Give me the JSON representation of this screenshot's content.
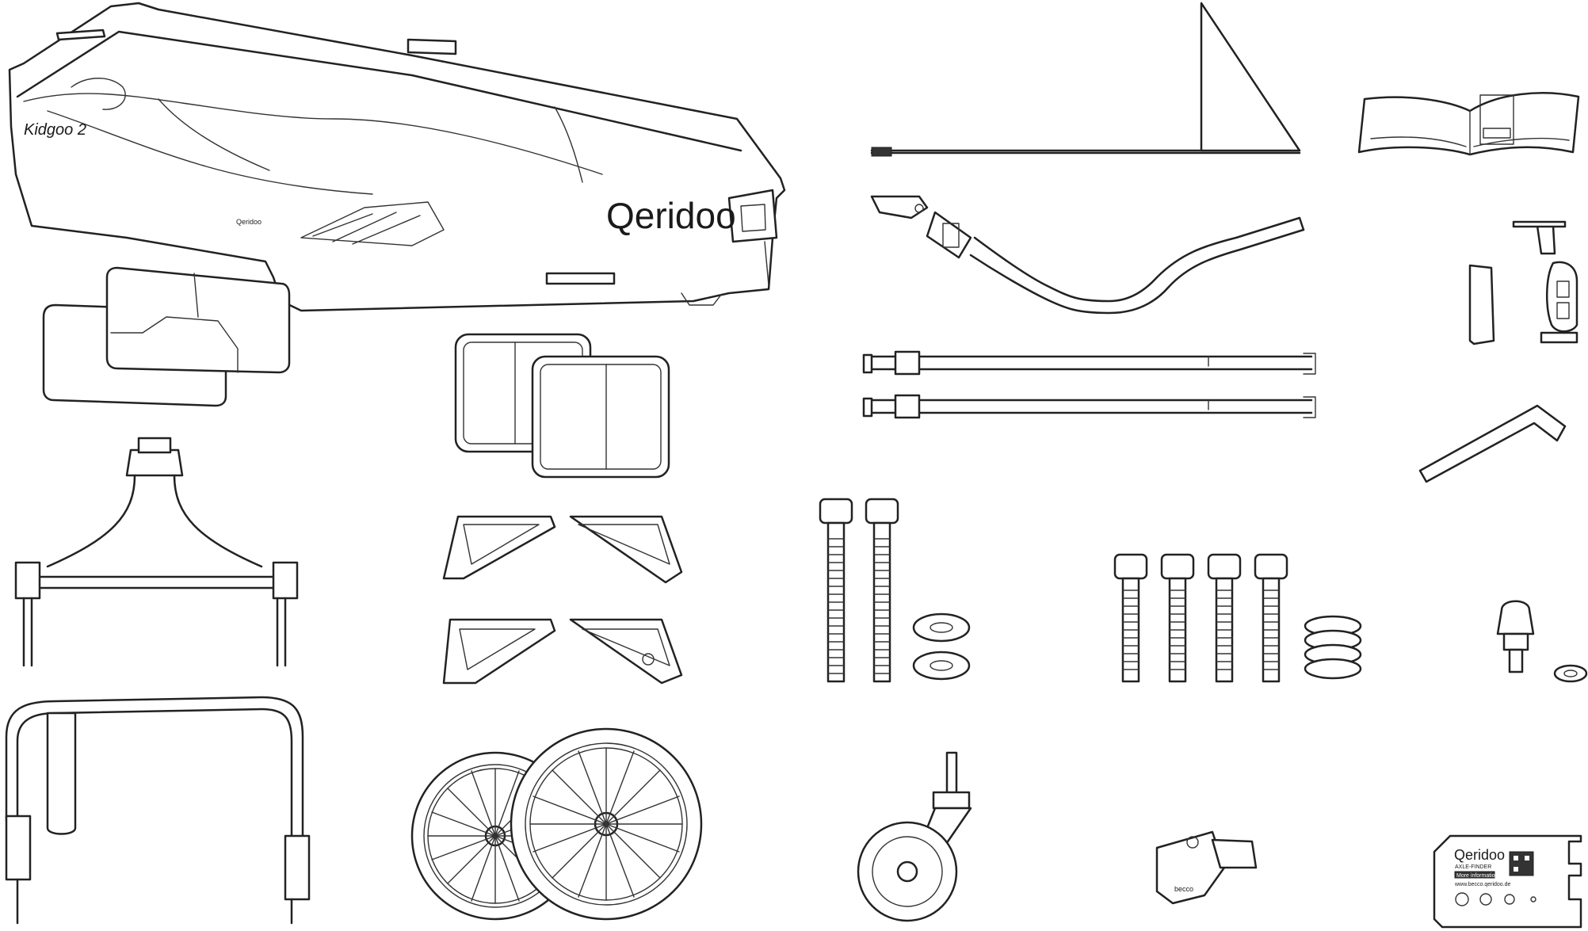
{
  "trailer": {
    "brand": "Qeridoo",
    "model": "Kidgoo 2",
    "small_brand": "Qeridoo"
  },
  "coupling": {
    "brand": "becco"
  },
  "axle_finder": {
    "brand": "Qeridoo",
    "title": "AXLE-FINDER",
    "more_info": "More information",
    "url": "www.becco.qeridoo.de"
  }
}
